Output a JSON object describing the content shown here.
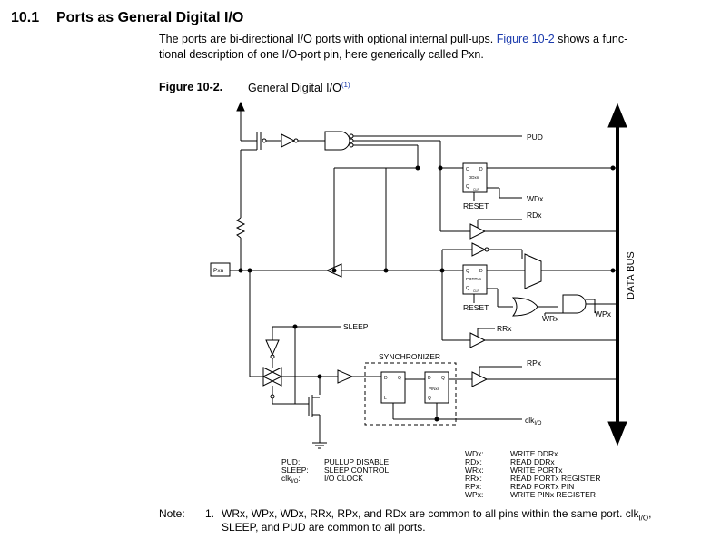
{
  "section": {
    "number": "10.1",
    "title": "Ports as General Digital I/O"
  },
  "intro": {
    "line1_text": "The ports are bi-directional I/O ports with optional internal pull-ups.",
    "line1_link": "Figure 10-2",
    "line1_tail": "shows a func-",
    "line2": "tional description of one I/O-port pin, here generically called Pxn."
  },
  "figure": {
    "label": "Figure 10-2.",
    "title": "General Digital I/O",
    "note_ref": "(1)",
    "signals": {
      "pud": "PUD",
      "wdx": "WDx",
      "rdx": "RDx",
      "wrx": "WRx",
      "wpx": "WPx",
      "rrx": "RRx",
      "rpx": "RPx",
      "sleep": "SLEEP",
      "clk": "clk",
      "clk_sub": "I/O",
      "pxn": "Pxn",
      "reset1": "RESET",
      "reset2": "RESET",
      "synchronizer": "SYNCHRONIZER",
      "data_bus": "DATA BUS",
      "ddxn": "DDxn",
      "portxn": "PORTxn",
      "pinxn": "PINxn",
      "q": "Q",
      "d": "D",
      "qbar": "Q",
      "clr": "CLR",
      "l": "L"
    },
    "legend_left": [
      {
        "key": "PUD:",
        "value": "PULLUP DISABLE"
      },
      {
        "key": "SLEEP:",
        "value": "SLEEP CONTROL"
      },
      {
        "key": "clk",
        "key_sub": "I/O",
        "key_tail": ":",
        "value": "I/O CLOCK"
      }
    ],
    "legend_right": [
      {
        "key": "WDx:",
        "value": "WRITE DDRx"
      },
      {
        "key": "RDx:",
        "value": "READ DDRx"
      },
      {
        "key": "WRx:",
        "value": "WRITE PORTx"
      },
      {
        "key": "RRx:",
        "value": "READ PORTx REGISTER"
      },
      {
        "key": "RPx:",
        "value": "READ PORTx PIN"
      },
      {
        "key": "WPx:",
        "value": "WRITE PINx REGISTER"
      }
    ]
  },
  "note": {
    "label": "Note:",
    "number": "1.",
    "line1": "WRx, WPx, WDx, RRx, RPx, and RDx are common to all pins within the same port. clk",
    "line1_sub": "I/O",
    "line1_tail": ",",
    "line2": "SLEEP, and PUD are common to all ports."
  }
}
